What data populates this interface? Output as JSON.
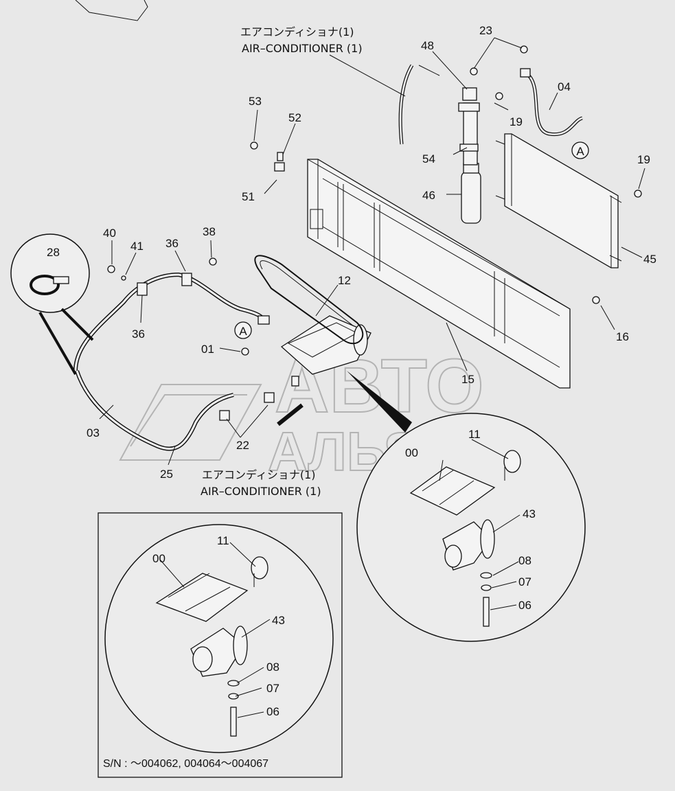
{
  "titles": {
    "top_jp": "エアコンディショナ(1)",
    "top_en": "AIR–CONDITIONER (1)",
    "mid_jp": "エアコンディショナ(1)",
    "mid_en": "AIR–CONDITIONER (1)"
  },
  "serial_note": "S/N :  ～004062, 004064～004067",
  "watermark": {
    "line1": "АВТО",
    "line2": "АЛЬЯНС"
  },
  "callout_ref": "A",
  "labels": {
    "p23": "23",
    "p48": "48",
    "p04": "04",
    "p19a": "19",
    "p53": "53",
    "p52": "52",
    "p54": "54",
    "p51": "51",
    "p46": "46",
    "p19b": "19",
    "p40": "40",
    "p41": "41",
    "p38": "38",
    "p36a": "36",
    "p28": "28",
    "p12": "12",
    "p45": "45",
    "p36b": "36",
    "p16": "16",
    "p01": "01",
    "p15": "15",
    "p03": "03",
    "p22": "22",
    "p25": "25",
    "p11a": "11",
    "p00a": "00",
    "p43a": "43",
    "p08a": "08",
    "p07a": "07",
    "p06a": "06",
    "p11b": "11",
    "p00b": "00",
    "p43b": "43",
    "p08b": "08",
    "p07b": "07",
    "p06b": "06"
  }
}
